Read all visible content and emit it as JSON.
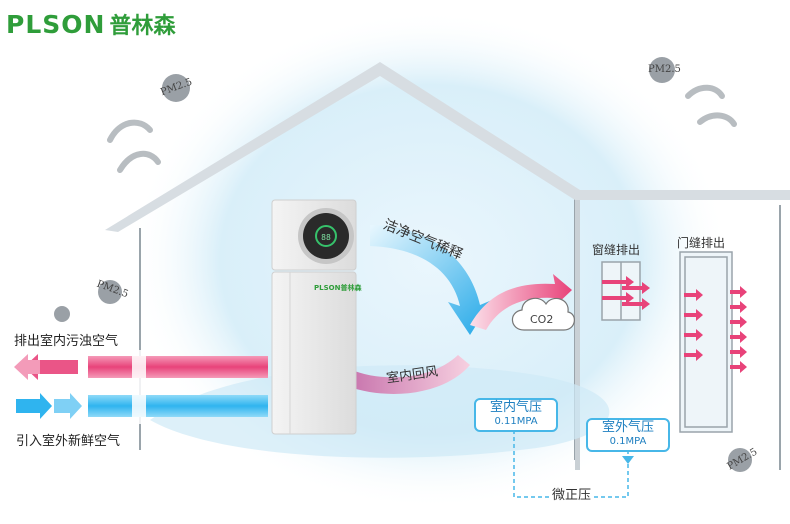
{
  "brand": {
    "latin": "PLSON",
    "chinese": "普林森",
    "color": "#2f9d3a"
  },
  "labels": {
    "clean_air": "洁净空气稀释",
    "return_air": "室内回风",
    "co2": "CO2",
    "window_exhaust": "窗缝排出",
    "door_exhaust": "门缝排出",
    "exhaust_dirty": "排出室内污浊空气",
    "intake_fresh": "引入室外新鲜空气",
    "indoor_pressure": "室内气压",
    "indoor_pressure_value": "0.11MPA",
    "outdoor_pressure": "室外气压",
    "outdoor_pressure_value": "0.1MPA",
    "micro_positive": "微正压",
    "pm": "PM2.5",
    "unit_brand": "PLSON普林森"
  },
  "colors": {
    "fresh": "#2fb4ef",
    "dirty": "#e8437a",
    "accent": "#47b7e8"
  }
}
